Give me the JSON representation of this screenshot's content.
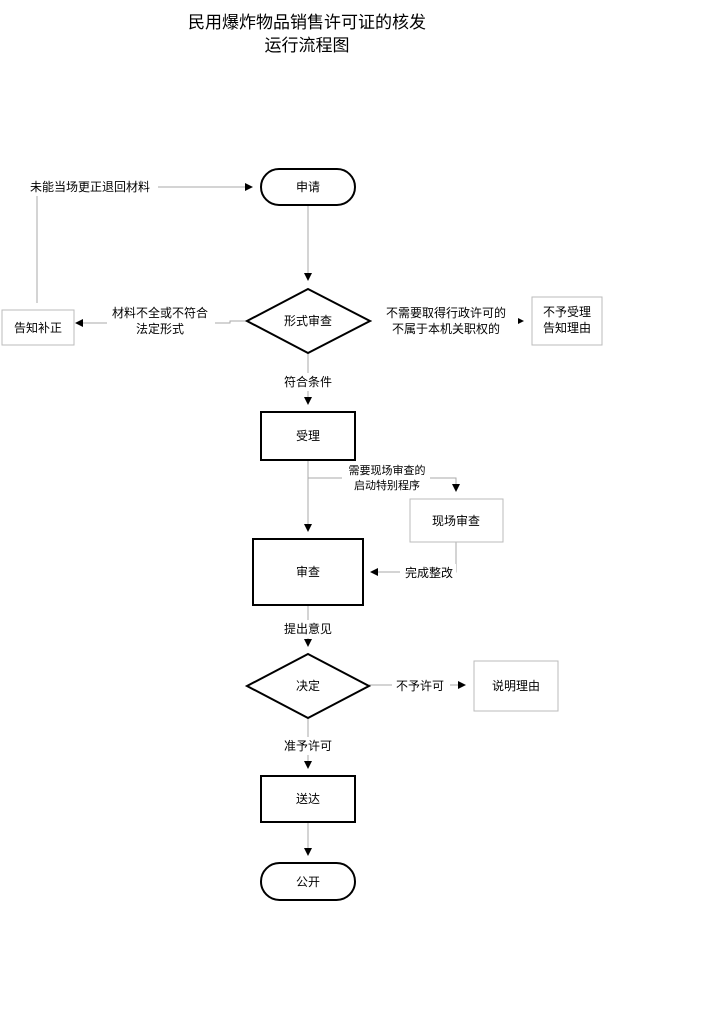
{
  "title": {
    "line1": "民用爆炸物品销售许可证的核发",
    "line2": "运行流程图"
  },
  "nodes": {
    "apply": "申请",
    "formal_review": "形式审查",
    "notify_correction": "告知补正",
    "reject_notice": [
      "不予受理",
      "告知理由"
    ],
    "accept": "受理",
    "onsite_review": "现场审查",
    "review": "审查",
    "decision": "决定",
    "explain_reason": "说明理由",
    "deliver": "送达",
    "publish": "公开"
  },
  "edges": {
    "return_materials": "未能当场更正退回材料",
    "materials_incomplete": [
      "材料不全或不符合",
      "法定形式"
    ],
    "no_permit_needed": [
      "不需要取得行政许可的",
      "不属于本机关职权的"
    ],
    "meets_conditions": "符合条件",
    "needs_onsite": [
      "需要现场审查的",
      "启动特别程序"
    ],
    "rectification_done": "完成整改",
    "submit_opinion": "提出意见",
    "deny": "不予许可",
    "grant": "准予许可"
  }
}
